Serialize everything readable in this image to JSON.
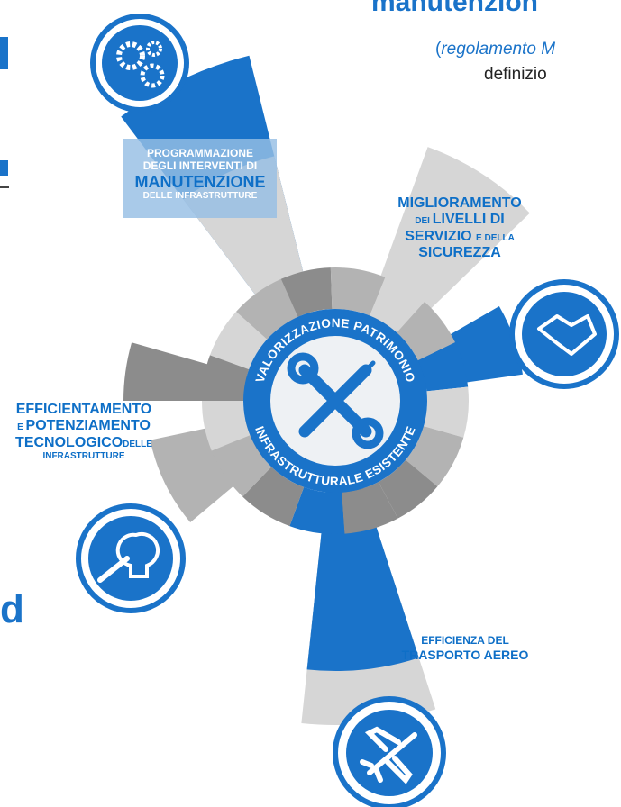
{
  "header": {
    "title": "manutenzion",
    "subtitle_italic": "regolamento M",
    "subtitle_paren": "(",
    "subtitle_line2": "definizio"
  },
  "edge_text": {
    "left_letter": "d"
  },
  "center": {
    "top_arc": "VALORIZZAZIONE PATRIMONIO",
    "bottom_arc": "INFRASTRUTTURALE ESISTENTE"
  },
  "sectors": [
    {
      "id": "manutenzione",
      "line1": "PROGRAMMAZIONE",
      "line2": "DEGLI INTERVENTI DI",
      "line3": "MANUTENZIONE",
      "line4": "DELLE INFRASTRUTTURE",
      "icon": "gears-icon"
    },
    {
      "id": "servizio",
      "line1": "MIGLIORAMENTO",
      "line2a": "DEI ",
      "line2b": "LIVELLI DI",
      "line3a": "SERVIZIO ",
      "line3b": "E DELLA",
      "line4": "SICUREZZA",
      "icon": "handshake-icon"
    },
    {
      "id": "tecnologico",
      "line1": "EFFICIENTAMENTO",
      "line2a": "E ",
      "line2b": "POTENZIAMENTO",
      "line3a": "TECNOLOGICO",
      "line3b": "DELLE",
      "line4": "INFRASTRUTTURE",
      "icon": "wrench-bulb-icon"
    },
    {
      "id": "aereo",
      "line1": "EFFICIENZA DEL",
      "line2": "TRASPORTO AEREO",
      "icon": "airplane-icon"
    }
  ],
  "colors": {
    "blue": "#1a73c9",
    "dark_gray": "#8c8c8c",
    "mid_gray": "#b3b3b3",
    "light_gray": "#d6d6d6",
    "center_fill": "#e8ecf0"
  }
}
